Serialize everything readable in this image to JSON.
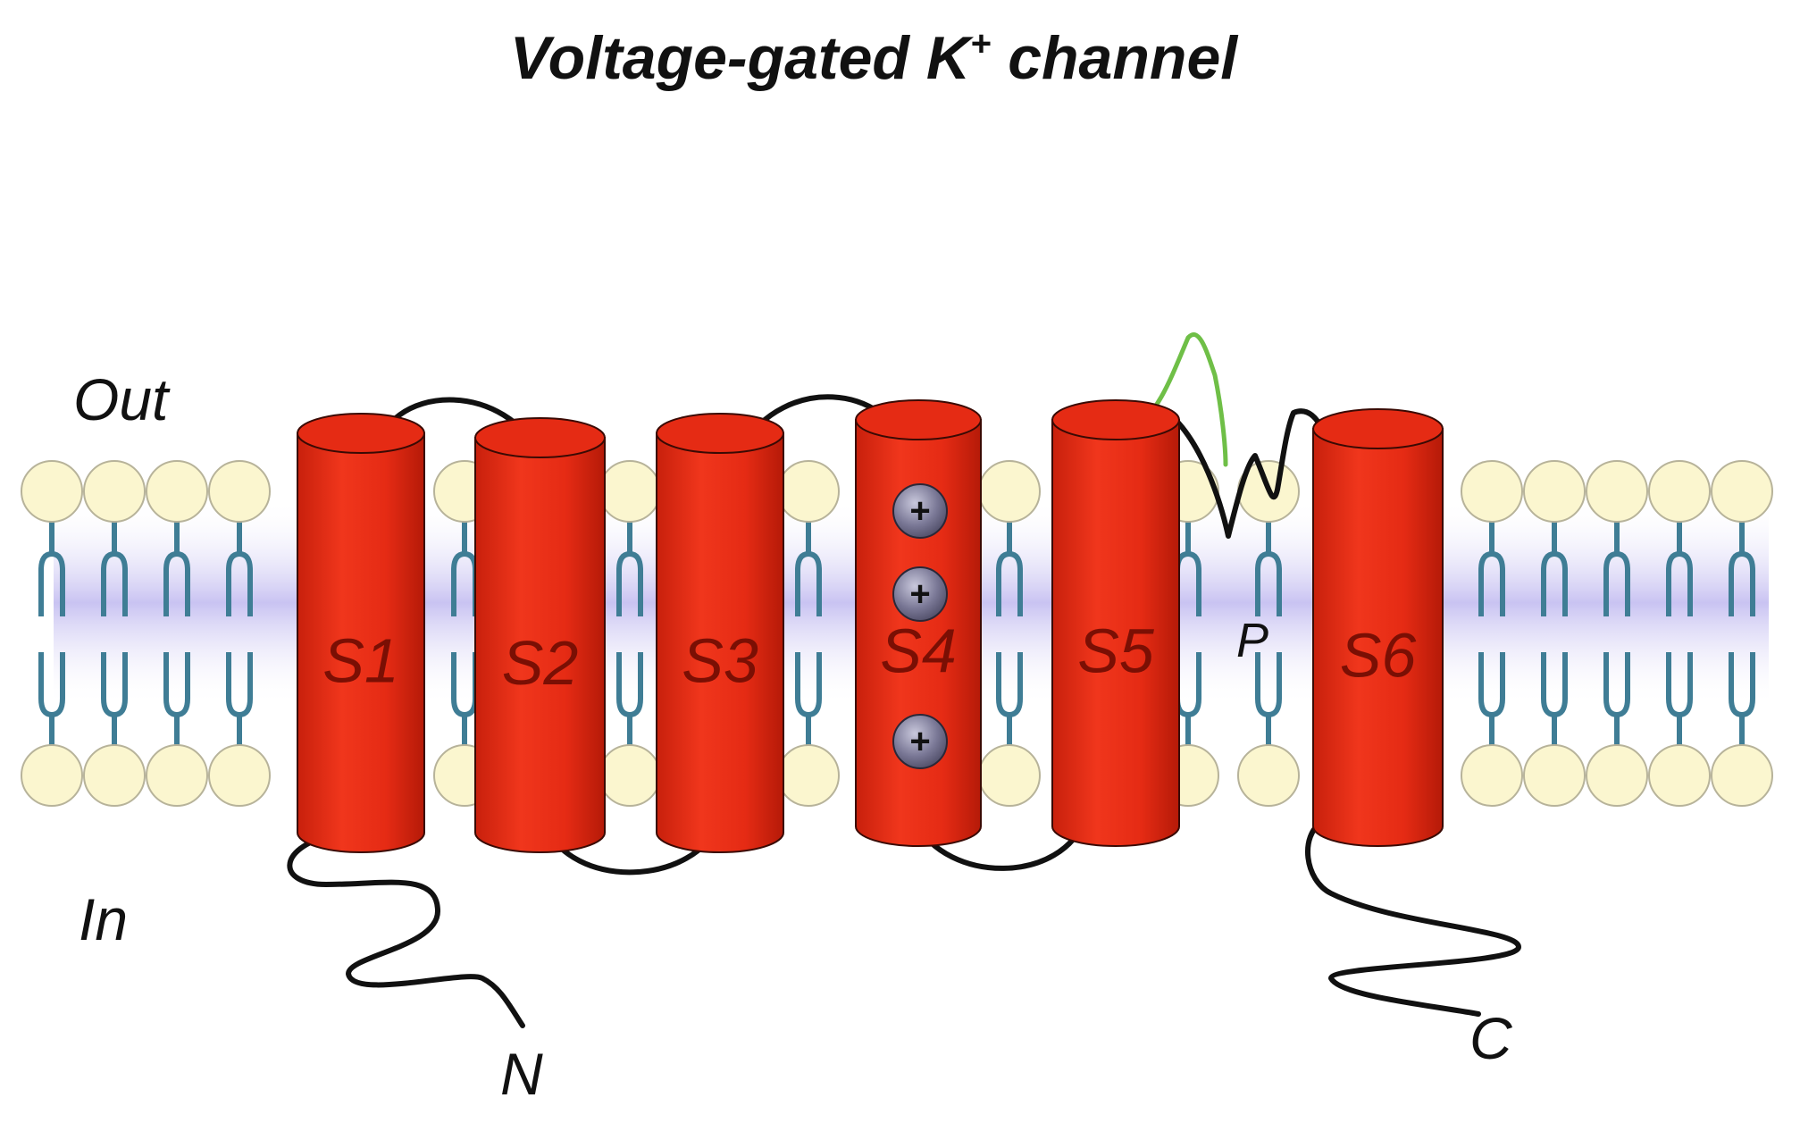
{
  "title": {
    "pre": "Voltage-gated  K",
    "sup": "+",
    "post": " channel"
  },
  "labels": {
    "out": "Out",
    "in": "In",
    "n_terminus": "N",
    "c_terminus": "C",
    "pore": "P"
  },
  "segments": [
    {
      "id": "S1",
      "label": "S1"
    },
    {
      "id": "S2",
      "label": "S2"
    },
    {
      "id": "S3",
      "label": "S3"
    },
    {
      "id": "S4",
      "label": "S4",
      "charges": [
        "+",
        "+",
        "+"
      ]
    },
    {
      "id": "S5",
      "label": "S5"
    },
    {
      "id": "S6",
      "label": "S6"
    }
  ],
  "colors": {
    "helix": "#e52b14",
    "helix_dark": "#b51a08",
    "headgroup": "#fbf6cf",
    "headgroup_stroke": "#b7b39a",
    "tail": "#3f7d95",
    "membrane_band": "#c9c3f2",
    "loop": "#111111",
    "pore_loop_green": "#6fbf47",
    "charge": "#6c6a86"
  }
}
